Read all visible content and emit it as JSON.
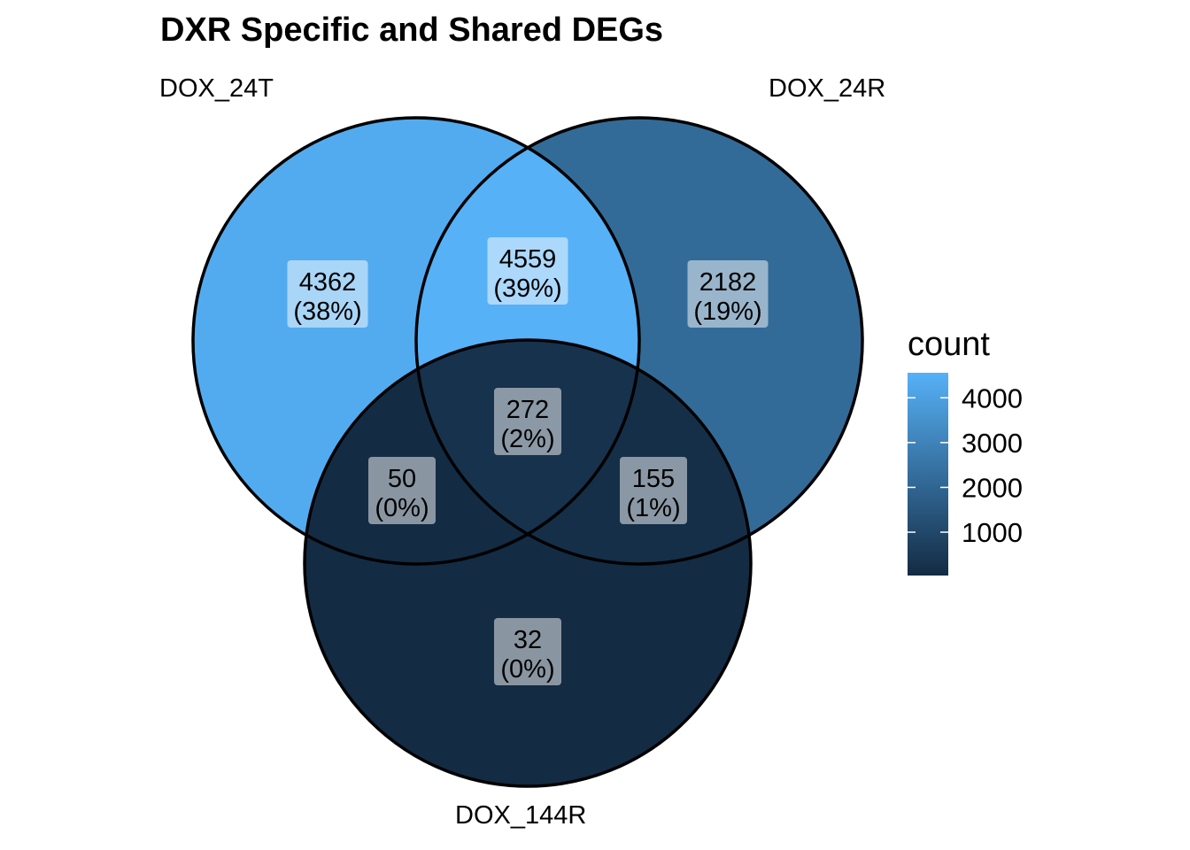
{
  "chart_data": {
    "type": "venn",
    "title": "DXR Specific and Shared DEGs",
    "sets": [
      "DOX_24T",
      "DOX_24R",
      "DOX_144R"
    ],
    "regions": [
      {
        "sets": [
          "DOX_24T"
        ],
        "count": 4362,
        "label": "4362",
        "percent": "(38%)"
      },
      {
        "sets": [
          "DOX_24R"
        ],
        "count": 2182,
        "label": "2182",
        "percent": "(19%)"
      },
      {
        "sets": [
          "DOX_144R"
        ],
        "count": 32,
        "label": "32",
        "percent": "(0%)"
      },
      {
        "sets": [
          "DOX_24T",
          "DOX_24R"
        ],
        "count": 4559,
        "label": "4559",
        "percent": "(39%)"
      },
      {
        "sets": [
          "DOX_24T",
          "DOX_144R"
        ],
        "count": 50,
        "label": "50",
        "percent": "(0%)"
      },
      {
        "sets": [
          "DOX_24R",
          "DOX_144R"
        ],
        "count": 155,
        "label": "155",
        "percent": "(1%)"
      },
      {
        "sets": [
          "DOX_24T",
          "DOX_24R",
          "DOX_144R"
        ],
        "count": 272,
        "label": "272",
        "percent": "(2%)"
      }
    ],
    "legend": {
      "title": "count",
      "ticks": [
        1000,
        2000,
        3000,
        4000
      ],
      "tick_labels": [
        "1000",
        "2000",
        "3000",
        "4000"
      ],
      "range": [
        32,
        4559
      ],
      "low_color": "#132B43",
      "high_color": "#56B1F7",
      "placement": "right"
    }
  }
}
